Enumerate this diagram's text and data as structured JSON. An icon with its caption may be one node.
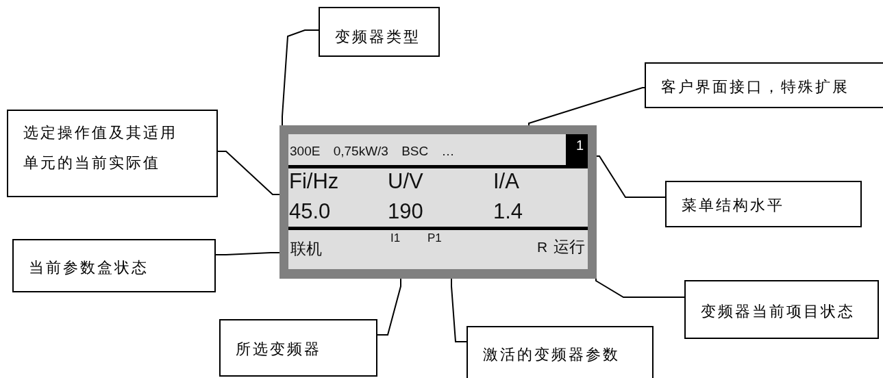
{
  "diagram": {
    "nodes": [
      {
        "text": [
          "300E 0,75kW/3 BSC …",
          "1",
          "Fi/Hz",
          "U/V",
          "I/A",
          "45.0",
          "190",
          "1.4",
          "联机",
          "I1",
          "P1",
          "R",
          "运行"
        ]
      },
      {
        "text": [
          "变频器类型"
        ]
      },
      {
        "text": [
          "客户界面接口，特殊扩展"
        ]
      },
      {
        "text": [
          "选定操作值及其适用单元的当前实际值"
        ]
      },
      {
        "text": [
          "菜单结构水平"
        ]
      },
      {
        "text": [
          "当前参数盒状态"
        ]
      },
      {
        "text": [
          "变频器当前项目状态"
        ]
      },
      {
        "text": [
          "所选变频器"
        ]
      },
      {
        "text": [
          "激活的变频器参数"
        ]
      }
    ],
    "edges": [
      {
        "from": 1,
        "to": 0,
        "arrow": "none"
      },
      {
        "from": 2,
        "to": 0,
        "arrow": "none"
      },
      {
        "from": 3,
        "to": 0,
        "arrow": "none"
      },
      {
        "from": 4,
        "to": 0,
        "arrow": "none"
      },
      {
        "from": 5,
        "to": 0,
        "arrow": "none"
      },
      {
        "from": 6,
        "to": 0,
        "arrow": "none"
      },
      {
        "from": 7,
        "to": 0,
        "arrow": "none"
      },
      {
        "from": 8,
        "to": 0,
        "arrow": "none"
      }
    ]
  }
}
